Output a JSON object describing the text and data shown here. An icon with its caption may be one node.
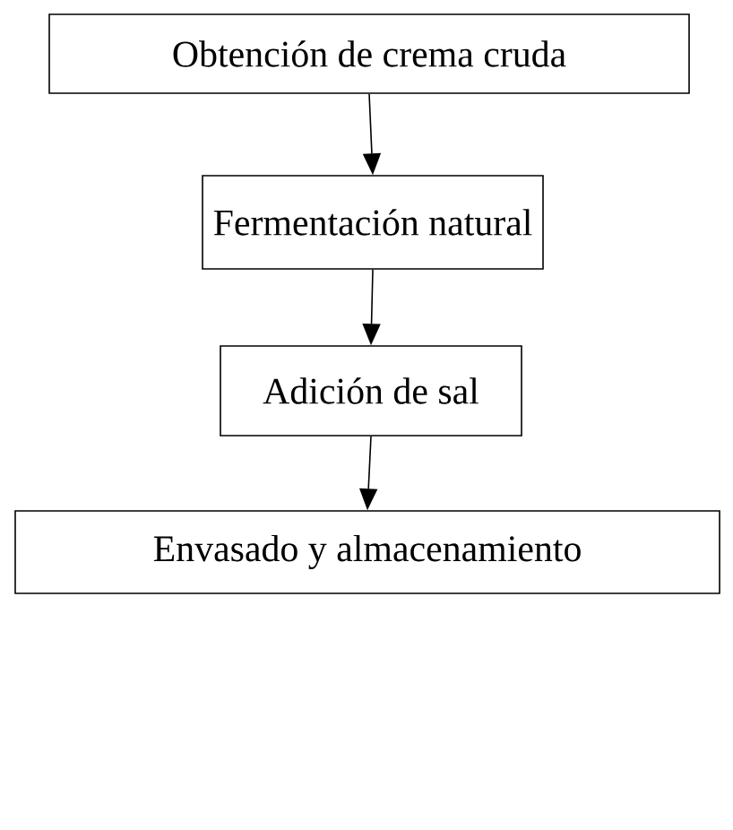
{
  "diagram": {
    "nodes": [
      {
        "text": [
          "Obtención de crema cruda"
        ]
      },
      {
        "text": [
          "Fermentación natural"
        ]
      },
      {
        "text": [
          "Adición de sal"
        ]
      },
      {
        "text": [
          "Envasado y almacenamiento"
        ]
      }
    ],
    "edges": [
      {
        "from": 0,
        "to": 1,
        "arrow": "to"
      },
      {
        "from": 1,
        "to": 2,
        "arrow": "to"
      },
      {
        "from": 2,
        "to": 3,
        "arrow": "to"
      }
    ]
  }
}
